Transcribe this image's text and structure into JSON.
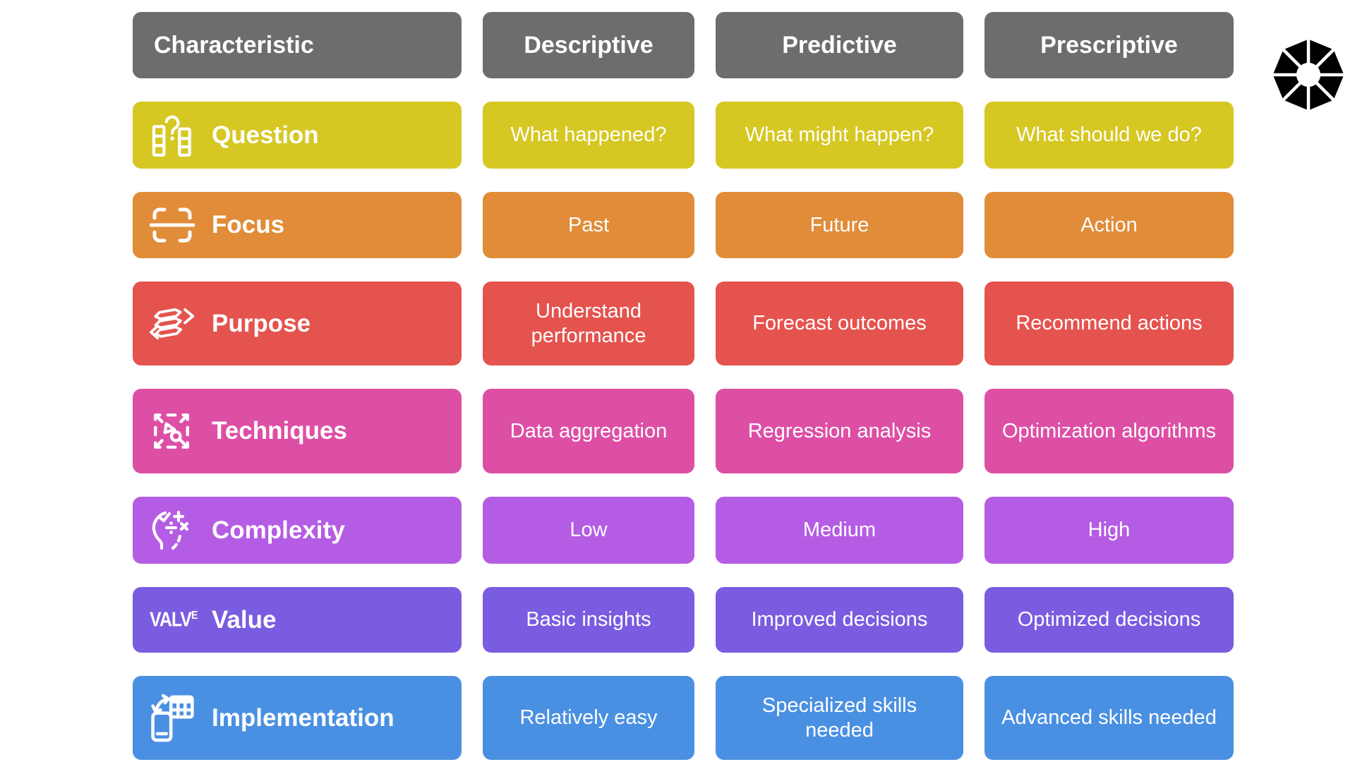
{
  "header": {
    "bg": "#6d6d6d",
    "cells": [
      "Characteristic",
      "Descriptive",
      "Predictive",
      "Prescriptive"
    ]
  },
  "rows": [
    {
      "label": "Question",
      "icon": "question-mark-columns-icon",
      "bg": "#d6c723",
      "cells": [
        "What happened?",
        "What might happen?",
        "What should we do?"
      ]
    },
    {
      "label": "Focus",
      "icon": "focus-frame-icon",
      "bg": "#e08c38",
      "cells": [
        "Past",
        "Future",
        "Action"
      ]
    },
    {
      "label": "Purpose",
      "icon": "exchange-arrows-icon",
      "bg": "#e4534e",
      "cells": [
        "Understand performance",
        "Forecast outcomes",
        "Recommend actions"
      ]
    },
    {
      "label": "Techniques",
      "icon": "transform-shapes-icon",
      "bg": "#dd4fa5",
      "cells": [
        "Data aggregation",
        "Regression analysis",
        "Optimization algorithms"
      ]
    },
    {
      "label": "Complexity",
      "icon": "head-math-icon",
      "bg": "#b55ce4",
      "cells": [
        "Low",
        "Medium",
        "High"
      ]
    },
    {
      "label": "Value",
      "icon": "valve-wordmark-icon",
      "icon_text": "VALV",
      "icon_sup": "E",
      "bg": "#7a5ce0",
      "cells": [
        "Basic insights",
        "Improved decisions",
        "Optimized decisions"
      ]
    },
    {
      "label": "Implementation",
      "icon": "device-spreadsheet-sync-icon",
      "bg": "#4a90e2",
      "cells": [
        "Relatively easy",
        "Specialized skills needed",
        "Advanced skills needed"
      ]
    }
  ],
  "logo": {
    "name": "aperture-shutter-logo",
    "color": "#000000"
  }
}
